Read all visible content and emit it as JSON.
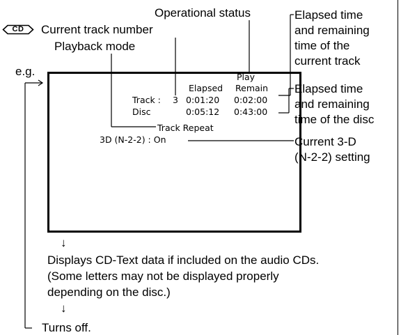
{
  "cd_badge": "CD",
  "labels": {
    "operational_status": "Operational status",
    "current_track_number": "Current track number",
    "playback_mode": "Playback mode",
    "eg": "e.g.",
    "elapsed_track": [
      "Elapsed time",
      "and remaining",
      "time of the",
      "current track"
    ],
    "elapsed_disc": [
      "Elapsed time",
      "and remaining",
      "time of the disc"
    ],
    "current_3d": [
      "Current 3-D",
      "(N-2-2) setting"
    ]
  },
  "display": {
    "status": "Play",
    "col_elapsed": "Elapsed",
    "col_remain": "Remain",
    "track_label": "Track :",
    "track_number": "3",
    "track_elapsed": "0:01:20",
    "track_remain": "0:02:00",
    "disc_label": "Disc",
    "disc_elapsed": "0:05:12",
    "disc_remain": "0:43:00",
    "playback_mode": "Track Repeat",
    "setting_3d": "3D (N-2-2) : On"
  },
  "flow": {
    "arrow_down": "↓",
    "cd_text": "Displays CD-Text data if included on the audio CDs.",
    "note_line1": "(Some letters may not be displayed properly",
    "note_line2": "depending on the disc.)",
    "turns_off": "Turns off."
  }
}
